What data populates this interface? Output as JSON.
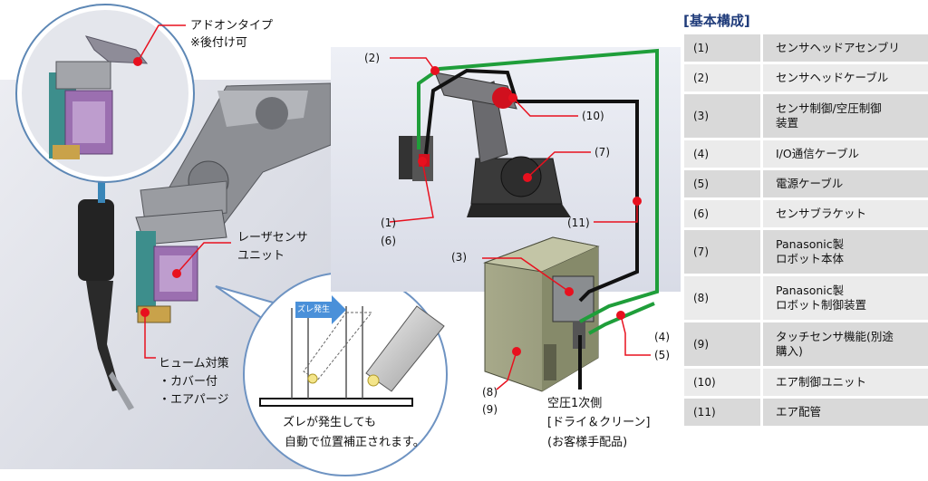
{
  "left": {
    "addon_title": "アドオンタイプ",
    "addon_note": "※後付け可",
    "laser_line1": "レーザセンサ",
    "laser_line2": "ユニット",
    "fume_line1": "ヒューム対策",
    "fume_line2": "・カバー付",
    "fume_line3": "・エアパージ"
  },
  "callout": {
    "arrow_label": "ズレ発生",
    "text_line1": "ズレが発生しても",
    "text_line2": "自動で位置補正されます。"
  },
  "system": {
    "label_2": "(2)",
    "label_10": "(10)",
    "label_7": "(7)",
    "label_1": "(1)",
    "label_6": "(6)",
    "label_11": "(11)",
    "label_3": "(3)",
    "label_4": "(4)",
    "label_5": "(5)",
    "label_8": "(8)",
    "label_9": "(9)",
    "air_line1": "空圧1次側",
    "air_line2": "[ドライ＆クリーン]",
    "air_line3": "(お客様手配品)"
  },
  "config": {
    "title": "[基本構成]",
    "rows": [
      {
        "no": "(1)",
        "name": "センサヘッドアセンブリ"
      },
      {
        "no": "(2)",
        "name": "センサヘッドケーブル"
      },
      {
        "no": "(3)",
        "name": "センサ制御/空圧制御\n装置"
      },
      {
        "no": "(4)",
        "name": "I/O通信ケーブル"
      },
      {
        "no": "(5)",
        "name": "電源ケーブル"
      },
      {
        "no": "(6)",
        "name": "センサブラケット"
      },
      {
        "no": "(7)",
        "name": "Panasonic製\nロボット本体"
      },
      {
        "no": "(8)",
        "name": "Panasonic製\nロボット制御装置"
      },
      {
        "no": "(9)",
        "name": "タッチセンサ機能(別途\n購入)"
      },
      {
        "no": "(10)",
        "name": "エア制御ユニット"
      },
      {
        "no": "(11)",
        "name": "エア配管"
      }
    ]
  },
  "colors": {
    "callout_red": "#e8101e",
    "cable_green": "#1f9e3a",
    "cable_black": "#111111",
    "title_blue": "#1f3b7a",
    "arrow_blue": "#4a90d9"
  }
}
